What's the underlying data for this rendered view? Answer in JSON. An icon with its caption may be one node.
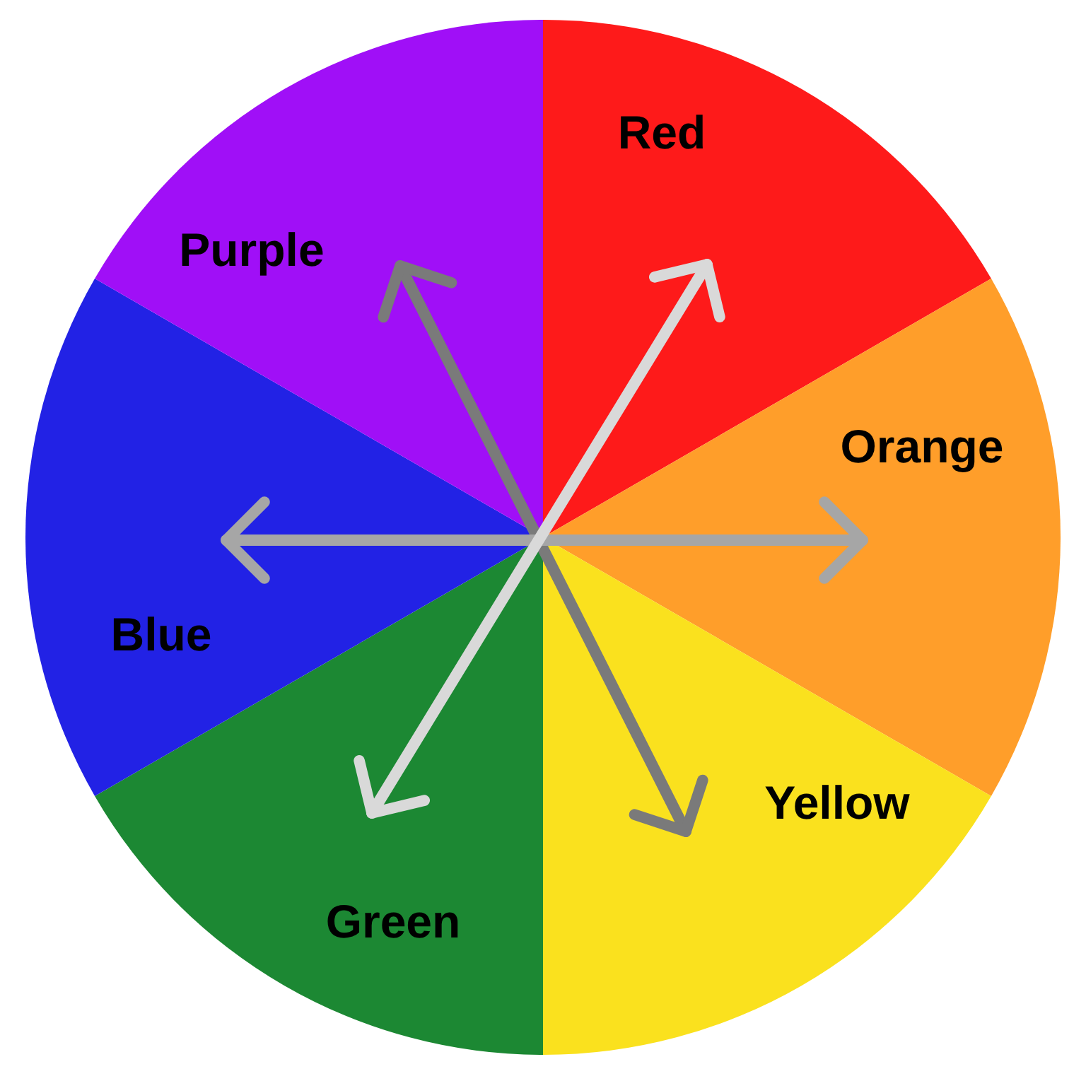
{
  "diagram": {
    "nodes": [
      {
        "text": [
          "Red"
        ]
      },
      {
        "text": [
          "Orange"
        ]
      },
      {
        "text": [
          "Yellow"
        ]
      },
      {
        "text": [
          "Green"
        ]
      },
      {
        "text": [
          "Blue"
        ]
      },
      {
        "text": [
          "Purple"
        ]
      }
    ],
    "edges": [
      {
        "from": 5,
        "to": 2,
        "arrow": "both",
        "color": "#7a7a7a"
      },
      {
        "from": 1,
        "to": 4,
        "arrow": "both",
        "color": "#a6a6a6"
      },
      {
        "from": 0,
        "to": 3,
        "arrow": "both",
        "color": "#d9d9d9"
      }
    ]
  }
}
